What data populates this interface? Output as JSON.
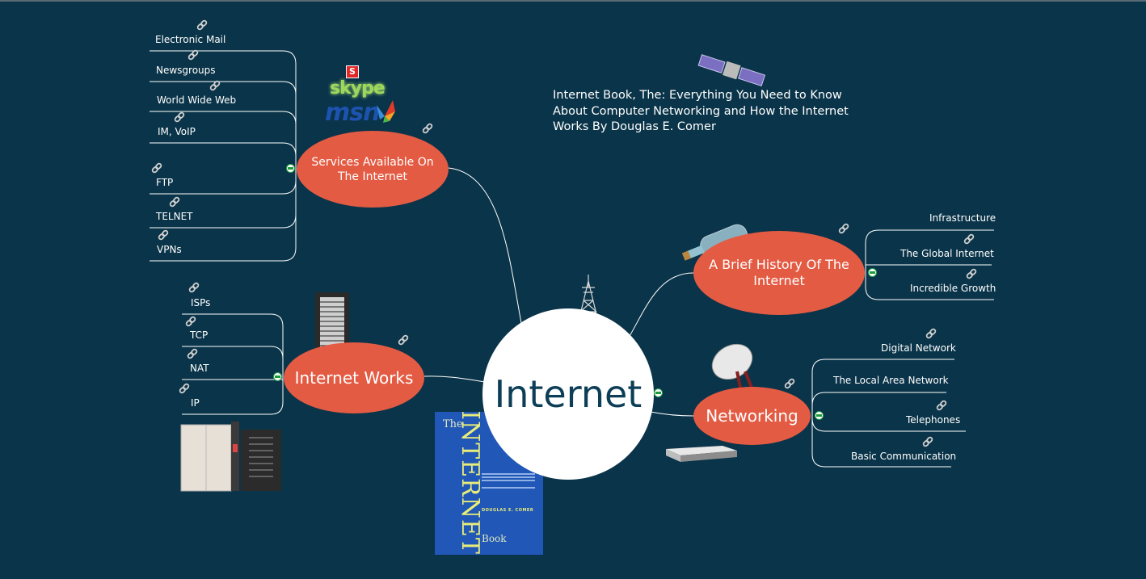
{
  "central": {
    "label": "Internet"
  },
  "book_title": {
    "lines": [
      "Internet Book, The: Everything You Need to Know",
      "About Computer Networking and How the Internet",
      "Works By Douglas E. Comer"
    ]
  },
  "services": {
    "label_1": "Services Available On",
    "label_2": "The Internet",
    "items": [
      "Electronic Mail",
      "Newsgroups",
      "World Wide Web",
      "IM, VoIP",
      "FTP",
      "TELNET",
      "VPNs"
    ]
  },
  "internet_works": {
    "label": "Internet Works",
    "items": [
      "ISPs",
      "TCP",
      "NAT",
      "IP"
    ]
  },
  "history": {
    "label_1": "A Brief History Of The",
    "label_2": "Internet",
    "items": [
      "Infrastructure",
      "The Global Internet",
      "Incredible Growth"
    ]
  },
  "networking": {
    "label": "Networking",
    "items": [
      "Digital Network",
      "The Local Area Network",
      "Telephones",
      "Basic Communication"
    ]
  },
  "book_cover": {
    "the": "The",
    "internet": "INTERNET",
    "book": "Book",
    "author": "DOUGLAS E. COMER"
  },
  "logos": {
    "skype_s": "S",
    "skype": "skype",
    "msn": "msn"
  },
  "colors": {
    "background": "#0a3449",
    "topic": "#e45b43",
    "central": "#ffffff",
    "collapse": "#2aa84a"
  }
}
